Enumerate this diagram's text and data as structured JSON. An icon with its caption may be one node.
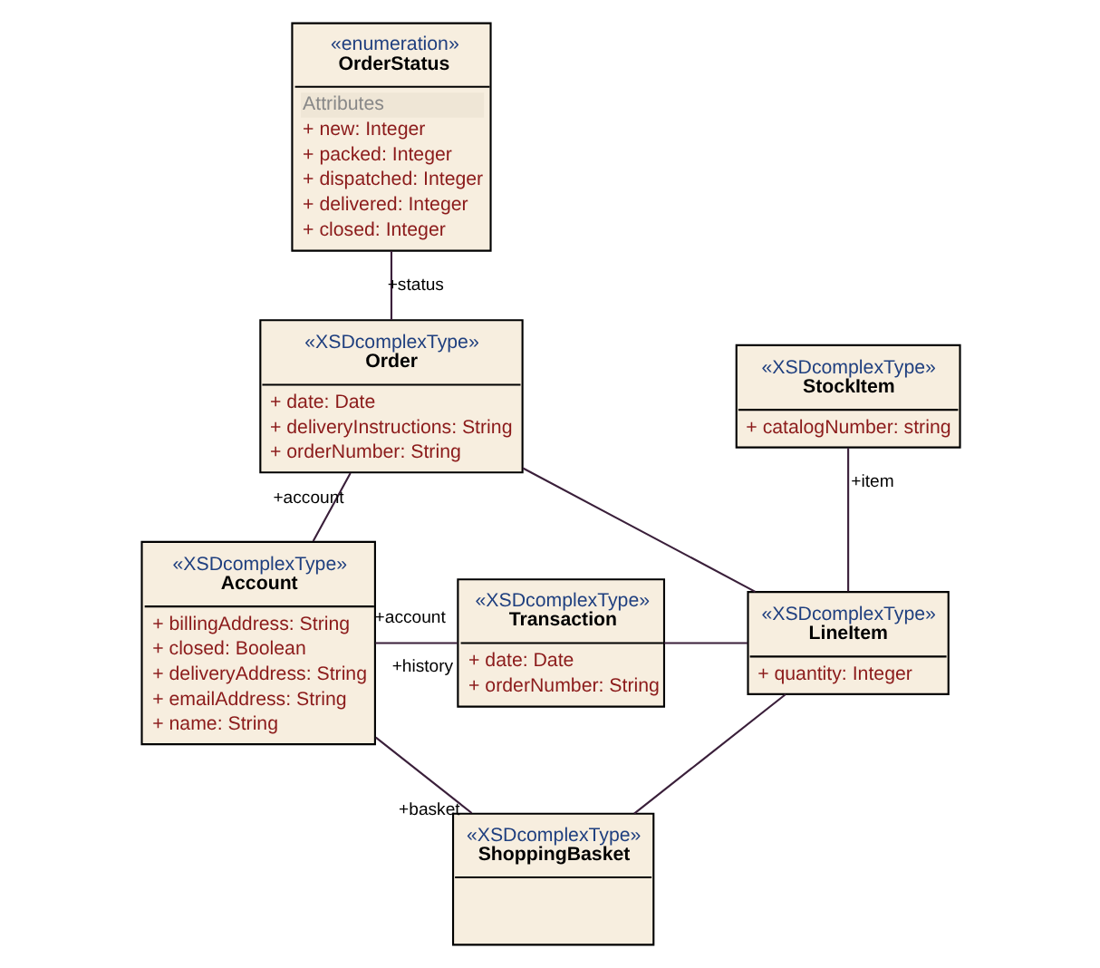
{
  "diagram": {
    "nodes": [
      {
        "text": [
          "«enumeration»",
          "OrderStatus",
          "Attributes",
          "+ new: Integer",
          "+ packed: Integer",
          "+ dispatched: Integer",
          "+ delivered: Integer",
          "+ closed: Integer"
        ]
      },
      {
        "text": [
          "«XSDcomplexType»",
          "Order",
          "+ date: Date",
          "+ deliveryInstructions: String",
          "+ orderNumber: String"
        ]
      },
      {
        "text": [
          "«XSDcomplexType»",
          "StockItem",
          "+ catalogNumber: string"
        ]
      },
      {
        "text": [
          "«XSDcomplexType»",
          "Account",
          "+ billingAddress: String",
          "+ closed: Boolean",
          "+ deliveryAddress: String",
          "+ emailAddress: String",
          "+ name: String"
        ]
      },
      {
        "text": [
          "«XSDcomplexType»",
          "Transaction",
          "+ date: Date",
          "+ orderNumber: String"
        ]
      },
      {
        "text": [
          "«XSDcomplexType»",
          "LineItem",
          "+ quantity: Integer"
        ]
      },
      {
        "text": [
          "«XSDcomplexType»",
          "ShoppingBasket"
        ]
      }
    ],
    "edges": [
      {
        "from": 0,
        "to": 1,
        "arrow": "none"
      },
      {
        "from": 3,
        "to": 1,
        "arrow": "none"
      },
      {
        "from": 3,
        "to": 4,
        "arrow": "none"
      },
      {
        "from": 3,
        "to": 6,
        "arrow": "none"
      },
      {
        "from": 1,
        "to": 5,
        "arrow": "none"
      },
      {
        "from": 2,
        "to": 5,
        "arrow": "none"
      },
      {
        "from": 4,
        "to": 5,
        "arrow": "none"
      },
      {
        "from": 5,
        "to": 6,
        "arrow": "none"
      }
    ],
    "labels": [
      "+status",
      "+item",
      "+account",
      "+account",
      "+history",
      "+basket"
    ]
  }
}
